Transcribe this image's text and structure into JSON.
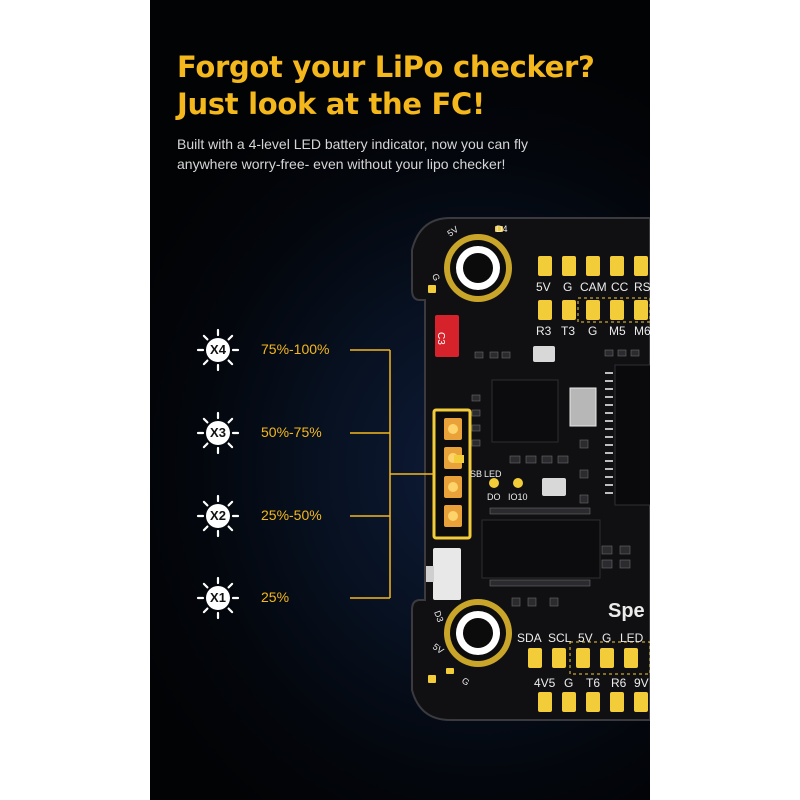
{
  "headline": {
    "line1": "Forgot your LiPo checker?",
    "line2": "Just look at the FC!"
  },
  "subtitle": {
    "line1": "Built with a 4-level LED battery indicator, now you can fly",
    "line2": "anywhere worry-free- even without your lipo checker!"
  },
  "indicators": [
    {
      "badge": "X4",
      "range": "75%-100%"
    },
    {
      "badge": "X3",
      "range": "50%-75%"
    },
    {
      "badge": "X2",
      "range": "25%-50%"
    },
    {
      "badge": "X1",
      "range": "25%"
    }
  ],
  "board": {
    "pads_top_row1": [
      "5V",
      "G",
      "CAM",
      "CC",
      "RS"
    ],
    "pads_top_row2": [
      "R3",
      "T3",
      "G",
      "M5",
      "M6"
    ],
    "pads_bottom_row1": [
      "SDA",
      "SCL",
      "5V",
      "G",
      "LED"
    ],
    "pads_bottom_row2": [
      "4V5",
      "G",
      "T6",
      "R6",
      "9V"
    ],
    "corner_labels": [
      "5V",
      "D4",
      "G",
      "D3",
      "5V",
      "G"
    ],
    "misc_labels": [
      "C3",
      "SB",
      "LED",
      "DO",
      "IO10",
      "Spe"
    ]
  },
  "colors": {
    "accent": "#f5b81c",
    "background": "#03060c",
    "board": "#101012",
    "pad": "#f3cc3a"
  }
}
